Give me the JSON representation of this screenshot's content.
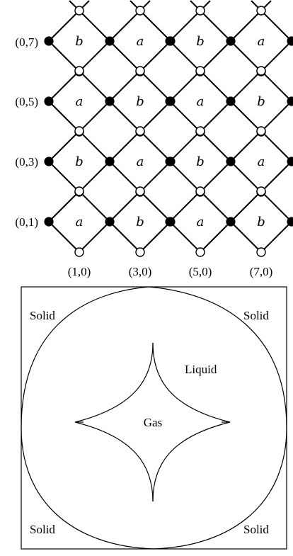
{
  "lattice": {
    "cells": [
      [
        "b",
        "a",
        "b",
        "a"
      ],
      [
        "a",
        "b",
        "a",
        "b"
      ],
      [
        "b",
        "a",
        "b",
        "a"
      ],
      [
        "a",
        "b",
        "a",
        "b"
      ]
    ],
    "row_labels": [
      "(0,7)",
      "(0,5)",
      "(0,3)",
      "(0,1)"
    ],
    "column_labels": [
      "(1,0)",
      "(3,0)",
      "(5,0)",
      "(7,0)"
    ]
  },
  "phase_diagram": {
    "corner_labels": {
      "top_left": "Solid",
      "top_right": "Solid",
      "bottom_left": "Solid",
      "bottom_right": "Solid"
    },
    "liquid_label": "Liquid",
    "gas_label": "Gas"
  }
}
